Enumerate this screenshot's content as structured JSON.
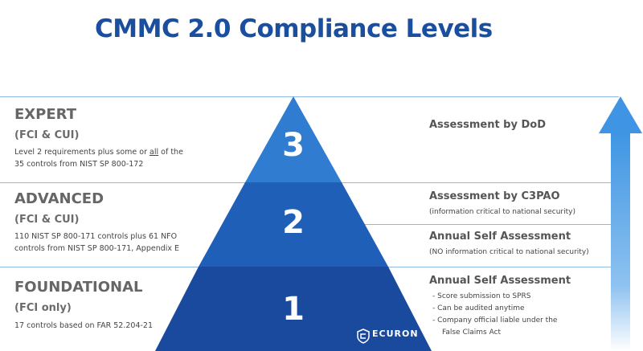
{
  "title": "CMMC 2.0  Compliance Levels",
  "levels": [
    {
      "name": "EXPERT",
      "scope": "(FCI & CUI)",
      "desc_line1": "Level 2 requirements plus some or ",
      "desc_underline": "all",
      "desc_line1_end": " of the",
      "desc_line2": "35 controls from NIST SP 800-172",
      "number": "3"
    },
    {
      "name": "ADVANCED",
      "scope": "(FCI & CUI)",
      "desc_line1": "110 NIST SP 800-171 controls plus 61 NFO",
      "desc_line2": "controls from NIST SP 800-171, Appendix E",
      "number": "2"
    },
    {
      "name": "FOUNDATIONAL",
      "scope": "(FCI only)",
      "desc_line1": "17 controls based on FAR 52.204-21",
      "number": "1"
    }
  ],
  "assessments": {
    "expert": "Assessment by DoD",
    "advanced_c3pao": "Assessment by C3PAO",
    "advanced_c3pao_note": "(information critical to national security)",
    "advanced_self": "Annual Self Assessment",
    "advanced_self_note": "(NO information critical to national security)",
    "foundational": "Annual Self Assessment",
    "foundational_bullets": [
      "- Score submission to SPRS",
      "- Can be audited anytime",
      "- Company official liable under the",
      "  False Claims Act"
    ]
  },
  "logo_text": "ECURON",
  "colors": {
    "title": "#1a4e9e",
    "tier3": "#2f7cd0",
    "tier2": "#1f5fb8",
    "tier1": "#1a4a9e",
    "arrow_top": "#3f95e3",
    "arrow_bottom": "#ffffff",
    "rule": "#8fb9e2"
  }
}
